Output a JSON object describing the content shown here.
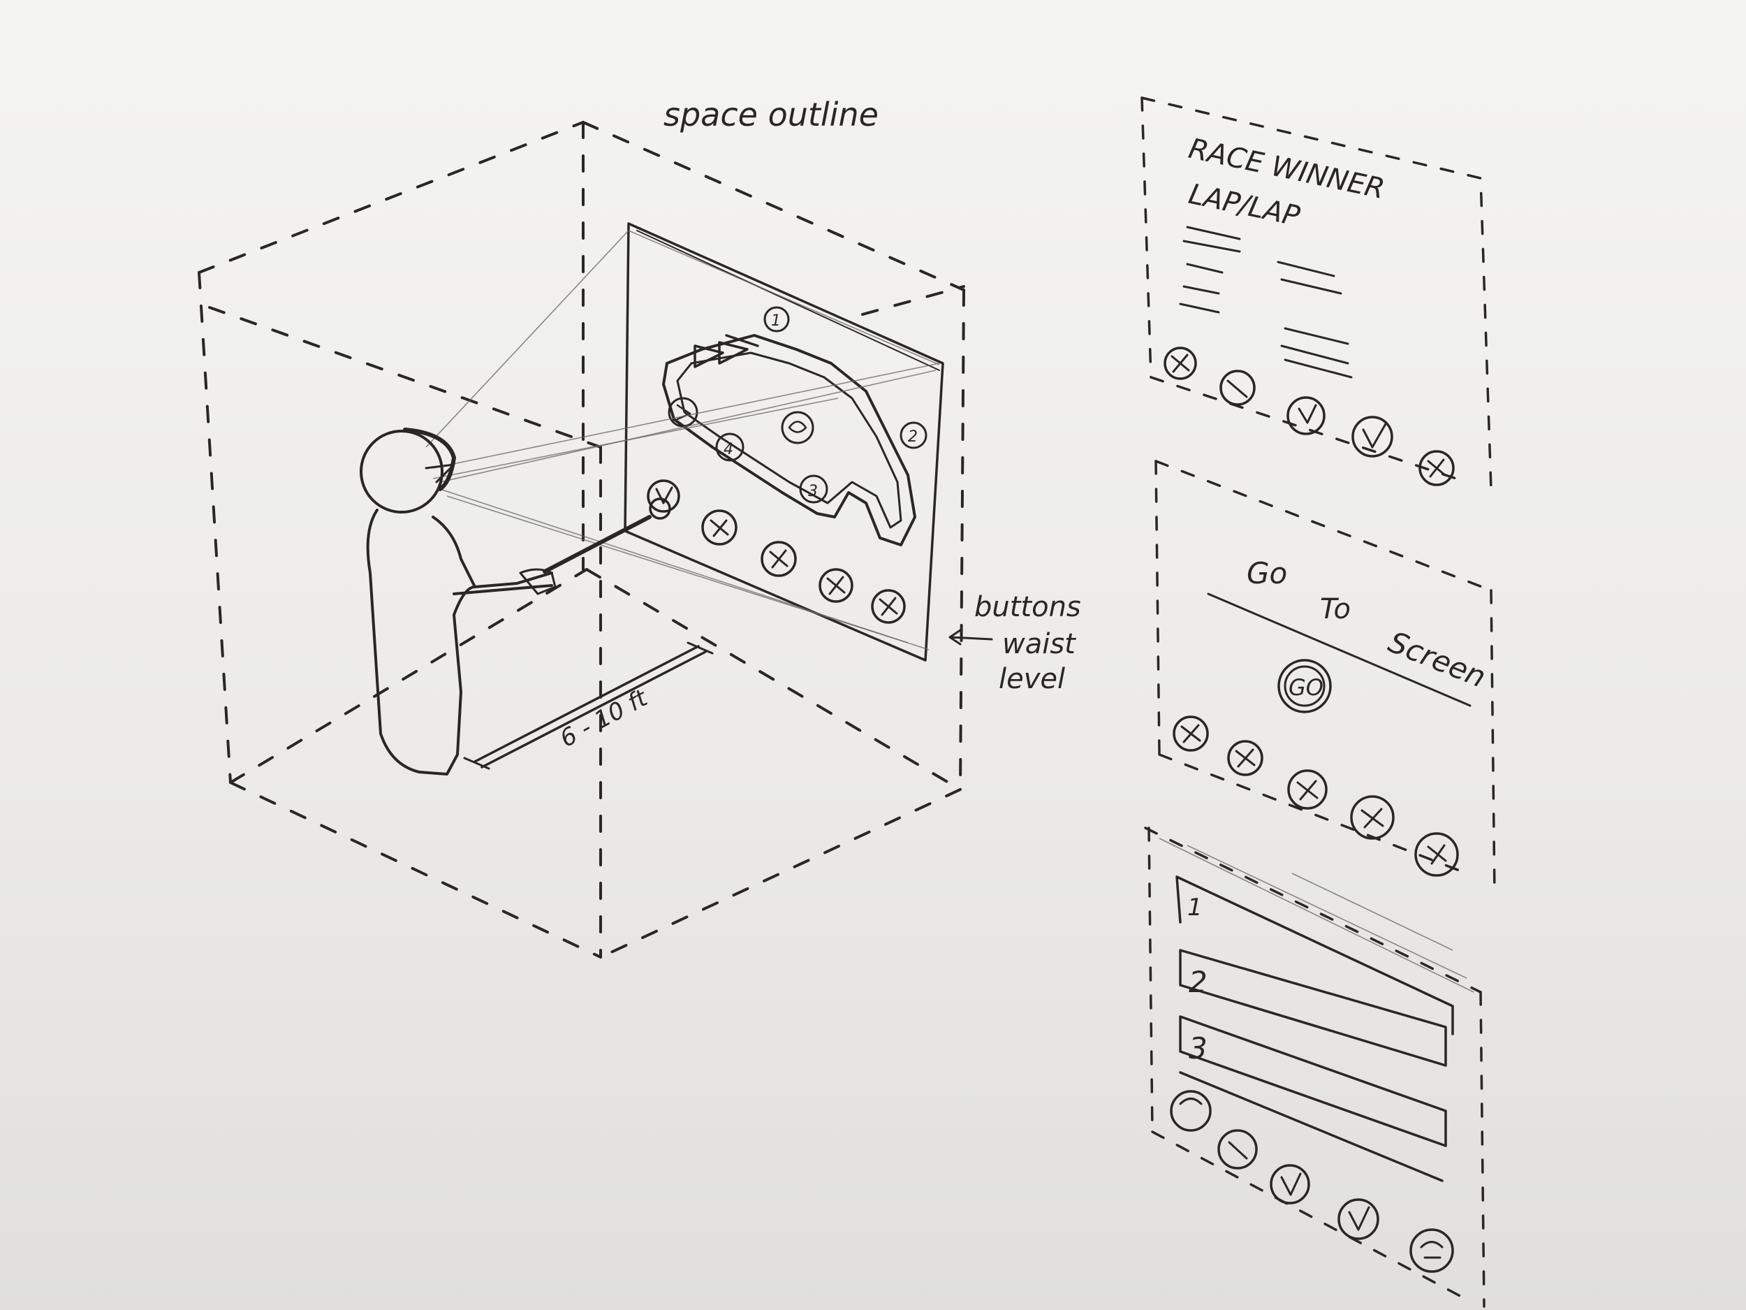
{
  "sketch": {
    "space_label": "space outline",
    "buttons_note": [
      "buttons",
      "waist",
      "level"
    ],
    "distance_label": "6 - 10 ft",
    "track_markers": [
      "1",
      "2",
      "3",
      "4"
    ],
    "panel_1": {
      "title_lines": [
        "RACE WINNER",
        "LAP/LAP"
      ]
    },
    "panel_2": {
      "prompt_words": [
        "Go",
        "To",
        "Screen"
      ],
      "go_button": "GO"
    },
    "panel_3": {
      "rows": [
        "1",
        "2",
        "3"
      ]
    }
  },
  "colors": {
    "ink": "#2a2626",
    "paper": "#f1f0ee",
    "pencil": "#6a6666"
  }
}
